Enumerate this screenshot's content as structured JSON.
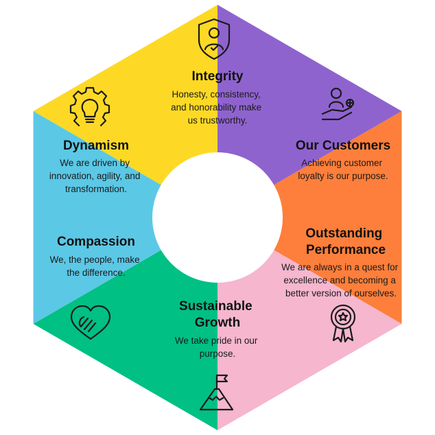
{
  "segments": [
    {
      "id": "integrity",
      "title_lines": [
        "Integrity"
      ],
      "desc_lines": [
        "Honesty, consistency,",
        "and honorability make",
        "us trustworthy."
      ],
      "color": "#FDD925",
      "icon": "shield-person-icon"
    },
    {
      "id": "customers",
      "title_lines": [
        "Our Customers"
      ],
      "desc_lines": [
        "Achieving customer",
        "loyalty is our purpose."
      ],
      "color": "#8F63CE",
      "icon": "hand-person-icon"
    },
    {
      "id": "performance",
      "title_lines": [
        "Outstanding",
        "Performance"
      ],
      "desc_lines": [
        "We are always in a quest for",
        "excellence and becoming a",
        "better version of ourselves."
      ],
      "color": "#FD7F3B",
      "icon": "award-medal-icon"
    },
    {
      "id": "growth",
      "title_lines": [
        "Sustainable",
        "Growth"
      ],
      "desc_lines": [
        "We take pride in our",
        "purpose."
      ],
      "color": "#F5B6CE",
      "icon": "mountain-flag-icon"
    },
    {
      "id": "compassion",
      "title_lines": [
        "Compassion"
      ],
      "desc_lines": [
        "We, the people, make",
        "the difference."
      ],
      "color": "#00C084",
      "icon": "heart-hand-icon"
    },
    {
      "id": "dynamism",
      "title_lines": [
        "Dynamism"
      ],
      "desc_lines": [
        "We are driven by",
        "innovation, agility, and",
        "transformation."
      ],
      "color": "#5BC8E6",
      "icon": "gear-bulb-icon"
    }
  ]
}
